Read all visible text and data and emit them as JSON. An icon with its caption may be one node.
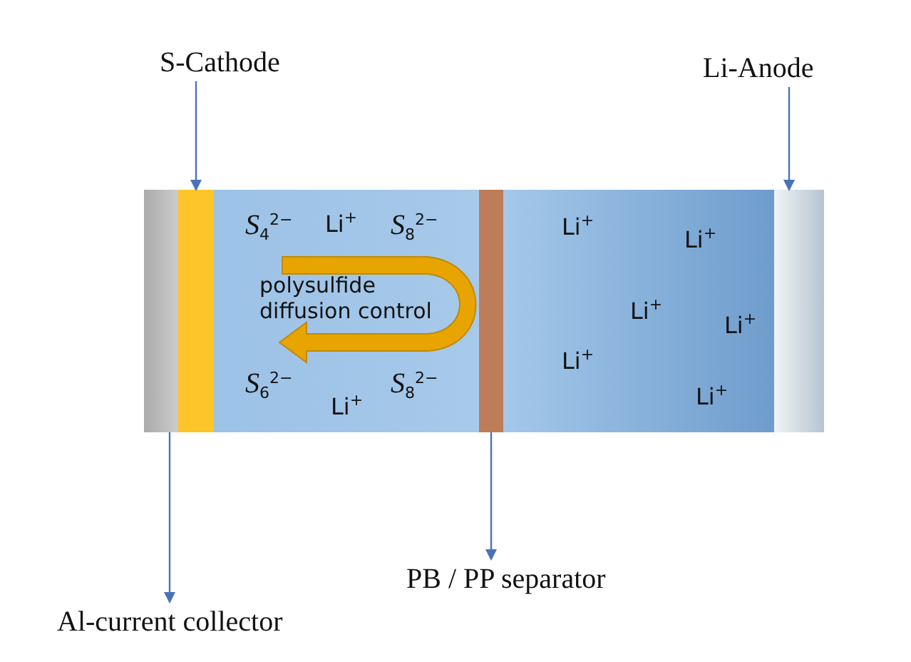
{
  "diagram": {
    "nodes": [
      {
        "text": [
          "S-Cathode"
        ]
      },
      {
        "text": [
          "Li-Anode"
        ]
      },
      {
        "text": [],
        "shape": "bar"
      },
      {
        "text": [],
        "shape": "bar"
      },
      {
        "text": [],
        "shape": "bar"
      },
      {
        "text": [],
        "shape": "bar"
      },
      {
        "text": [
          "PB / PP separator"
        ]
      },
      {
        "text": [
          "Al-current collector"
        ]
      }
    ],
    "edges": [
      {
        "from": 0,
        "to": 3,
        "arrow": "to"
      },
      {
        "from": 1,
        "to": 5,
        "arrow": "to"
      },
      {
        "from": 2,
        "to": 7,
        "arrow": "to"
      },
      {
        "from": 4,
        "to": 6,
        "arrow": "to"
      }
    ],
    "labels": [
      "*S*$_{4}$$^{2−}$",
      "Li$^{+}$",
      "*S*$_{8}$$^{2−}$",
      "polysulfide diffusion control",
      "*S*$_{6}$$^{2−}$",
      "Li$^{+}$",
      "*S*$_{8}$$^{2−}$",
      "Li$^{+}$",
      "Li$^{+}$",
      "Li$^{+}$",
      "Li$^{+}$",
      "Li$^{+}$",
      "Li$^{+}$"
    ]
  }
}
